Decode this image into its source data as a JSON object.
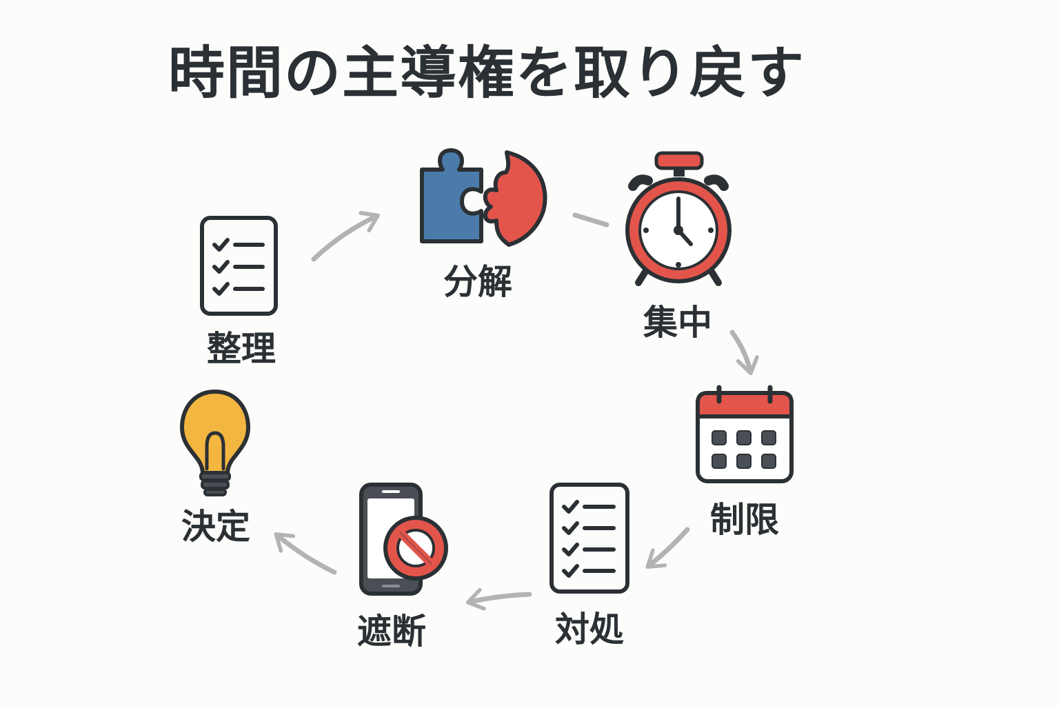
{
  "title": "時間の主導権を取り戻す",
  "colors": {
    "ink": "#2b3034",
    "blue": "#4a7bab",
    "red": "#e3554b",
    "yellow": "#f3b640",
    "arrow": "#b3b3b3",
    "background": "#fcfcfa"
  },
  "steps": [
    {
      "id": "seiri",
      "label": "整理",
      "icon": "checklist-icon"
    },
    {
      "id": "bunkai",
      "label": "分解",
      "icon": "puzzle-icon"
    },
    {
      "id": "shuchu",
      "label": "集中",
      "icon": "alarm-clock-icon"
    },
    {
      "id": "seigen",
      "label": "制限",
      "icon": "calendar-icon"
    },
    {
      "id": "taisho",
      "label": "対処",
      "icon": "checklist-icon"
    },
    {
      "id": "shadan",
      "label": "遮断",
      "icon": "phone-blocked-icon"
    },
    {
      "id": "kettei",
      "label": "決定",
      "icon": "light-bulb-icon"
    }
  ]
}
